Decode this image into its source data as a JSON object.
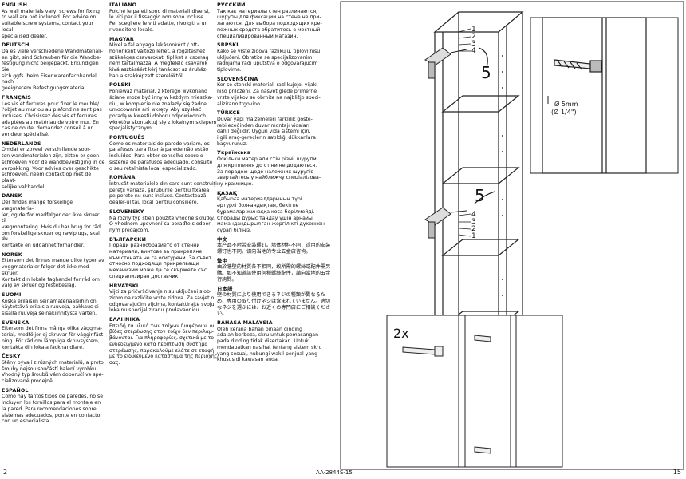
{
  "sections_col1": [
    {
      "title": "ENGLISH",
      "body": "As wall materials vary, screws for fixing\nto wall are not included. For advice on\nsuitable screw systems, contact your local\nspecialised dealer."
    },
    {
      "title": "DEUTSCH",
      "body": "Da es viele verschiedene Wandmateriali-\nen gibt, sind Schrauben für die Wandbe-\nfestigung nicht beigepackt. Erkundigen Sie\nsich ggfs. beim Eisenwarenfachhandel nach\ngeeignetem Befestigungsmaterial."
    },
    {
      "title": "FRANÇAIS",
      "body": "Les vis et ferrures pour fixer le meuble/\nl'objet au mur ou au plafond ne sont pas\nincluses. Choisissez des vis et ferrures\nadaptées au matériau de votre mur. En\ncas de doute, demandez conseil à un\nvendeur spécialisé."
    },
    {
      "title": "NEDERLANDS",
      "body": "Omdat er zoveel verschillende soor-\nten wandmaterialen zijn, zitten er geen\nschroeven voor de wandbevestiging in de\nverpakking. Voor advies over geschikte\nschroeven, neem contact op met de plaat-\nselijke vakhandel."
    },
    {
      "title": "DANSK",
      "body": "Der findes mange forskellige vægmateria-\nler, og derfor medfølger der ikke skruer til\nvægmontering. Hvis du har brug for råd\nom forskellige skruer og rawlplugs, skal du\nkontakte en uddannet forhandler."
    },
    {
      "title": "NORSK",
      "body": "Ettersom det finnes mange ulike typer av\nveggmaterialer følger det ikke med skruer.\nKontakt din lokale faghandel for råd om\nvalg av skruer og festebeslag."
    },
    {
      "title": "SUOMI",
      "body": "Koska erilaisiin seinämateriaaleihin on\nkäytettävä erilaisia ruuveja, pakkaus ei\nsisällä ruuveja seinäkiinnitystä varten."
    },
    {
      "title": "SVENSKA",
      "body": "Eftersom det finns många olika väggma-\nterial, medföljer ej skruvar för vägginfäst-\nning. För råd om lämpliga skruvsystem,\nkontakta din lokala fackhandlare."
    },
    {
      "title": "ČESKY",
      "body": "Stěny bývají z různých materiálů, a proto\nšrouby nejsou součástí balení výrobku.\nVhodný typ šroubů vám doporučí ve spe-\ncializované prodejně."
    },
    {
      "title": "ESPAÑOL",
      "body": "Como hay tantos  tipos de paredes, no se\nincluyen los tornillos para el montaje en\nla pared. Para recomendaciones sobre\nsistemas adecuados, ponte en contacto\ncon un especialista."
    }
  ],
  "sections_col2": [
    {
      "title": "ITALIANO",
      "body": "Poiché le pareti sono di materiali diversi,\nle viti per il fissaggio non sono incluse.\nPer scegliere le viti adatte, rivolgiti a un\nrivenditore locale."
    },
    {
      "title": "MAGYAR",
      "body": "Mivel a fal anyaga lakásonként / ott-\nhonónként változó lehet, a rögzítéshez\nszükséges csavarokat, tipliket a csomag\nnem tartalmazza.  A megfelelő csavarok\nkiválasztásáért kérj tanácsot az áruház-\nban a szakképzett szerelőktől."
    },
    {
      "title": "POLSKI",
      "body": "Ponieważ materiał, z którego wykonano\nścianę może być inny w każdym mieszka-\nniu, w komplecie nie znalazły się żadne\numocowania ani wkręty. Aby uzyskać\nporadę w kwestii doboru odpowiednich\nwkrętów skontaktuj się z lokalnym sklepem\nspecjalistycznym."
    },
    {
      "title": "PORTUGUÊS",
      "body": "Como os materiais de parede variam, os\nparafusos para fixar à parede não estão\nincluídos. Para obter conselho sobre o\nsistema de parafusos adequado, consulte\no seu retalhista local especializado."
    },
    {
      "title": "ROMÂNA",
      "body": "Întrucât materialele din care sunt construiţi\npereţii variază, şuruburile pentru fixarea\npe perete nu sunt incluse. Contactează\ndealer-ul tău local pentru consiliere."
    },
    {
      "title": "SLOVENSKY",
      "body": "Na rôzny typ stien použite vhodné skrutky.\nO vhodnom upevnení sa poraďte s odbor-\nným predajcom."
    },
    {
      "title": "БЪЛГАРСКИ",
      "body": "Поради разнообразието от стенни\nматериали, винтове за прикрепяне\nкъм стената не са осигурени. За съвет\nотносно подходящи прикрепващи\nмеханизми може да се свържете със\nспециализиран доставчик."
    },
    {
      "title": "HRVATSKI",
      "body": "Vijci za pričvršćivanje nisu uključeni s ob-\nzirom na različite vrste zidova. Za savjet o\nodgovarajućim vijcima, kontaktirajte svoju\nlokalnu specijaliziranu prodavaonicu."
    },
    {
      "title": "ΕΛΛΗΝΙΚΑ",
      "body": "Επειδή τα υλικά των τοίχων διαφέρουν, οι\nβίδες στερέωσης στον τοίχο δεν περιλαμ-\nβάνονται. Για πληροφορίες, σχετικά με το\nενδεδειγμένο κατά περίπτωση σύστημα\nστερέωσης, παρακαλούμε ελάτε σε επαφή\nμε το  ειδικευμένο κατάστημα της περιοχής\nσας."
    }
  ],
  "sections_col3": [
    {
      "title": "РУССКИЙ",
      "body": "Так как материалы стен различаются,\nшурупы для фиксации на стене не при-\nлагаются. Для выбора подходящих кре-\nпежных средств обратитесь в местный\nспециализированный магазин."
    },
    {
      "title": "SRPSKI",
      "body": "Kako se vrste zidova razlikuju, tiplovi nisu\nuključeni. Obratite se specijalizovanim\nradnjama radi uputstva o odgovarajućim\ntiplovima."
    },
    {
      "title": "SLOVENŠČINA",
      "body": "Ker se stenski materiali razlikujejo, vijaki\nniso priloženi. Za nasvet glede primerne\nvrste vijakov se obrnite na najbližjo speci-\nalizirano trgovino."
    },
    {
      "title": "TÜRKÇE",
      "body": "Duvar yapı malzemeleri farklılık göste-\nrebileceğinden duvar montajı vidaları\ndahil değildir. Uygun vida sistemi için,\nilgili araç-gereçlerin satıldığı dükkanlara\nbaşvurunuz."
    },
    {
      "title": "Українська",
      "body": "Оскільки матеріали стін різні, шурупи\nдля кріплення до стіни не додаються.\nЗа порадою щодо належних шурупів\nзвертайтесь у найближчу спеціалізова-\nну крамницю."
    },
    {
      "title": "ҚАЗАҚ",
      "body": "Қабырға материалдарының түрі\nәртүрлі болғандықтан, бекітпе\nбұрамалар жинаққа қоса берілмейді.\nСпорады дұрыс таңдау үшін арнайы\nмамандандырылған жергілікті дүкеннен\nсұрап біліңіз."
    },
    {
      "title": "中文",
      "body": "本产品不附带安装螺钉。墙体材料不同，适用的安装螺钉也不同。请向当地的专业五金店咨询。"
    },
    {
      "title": "繁中",
      "body": "由於牆壁的材質各不相同，故所需的螺絲或配件需另購。如不知道該使用何種螺絲配件，請向當地的五金行詢問。"
    },
    {
      "title": "日本語",
      "body": "壁の材質により使用できるネジの種類が異なるため、専用の取り付けネジは含まれていません。適切なネジを選ぶには、お近くの専門店にご相談ください。"
    },
    {
      "title": "BAHASA MALAYSIA",
      "body": "Oleh kerana bahan binaan dinding\nadalah berbeza, skru untuk pemasangan\npada dinding tidak disertakan. Untuk\nmendapatkan nasihat tentang sistem skru\nyang sesuai, hubungi wakil penjual yang\nkhusus di kawasan anda."
    }
  ],
  "figure": {
    "callouts_top": [
      "1",
      "2",
      "3",
      "4"
    ],
    "callouts_bottom": [
      "4",
      "3",
      "2",
      "1"
    ],
    "step_number": "5",
    "drill_size_mm": "Ø 5mm",
    "drill_size_in": "(Ø 1/4\")",
    "quantity": "2x"
  },
  "footer": {
    "page_left": "2",
    "doc_code": "AA-2844S-15",
    "page_right": "15"
  }
}
